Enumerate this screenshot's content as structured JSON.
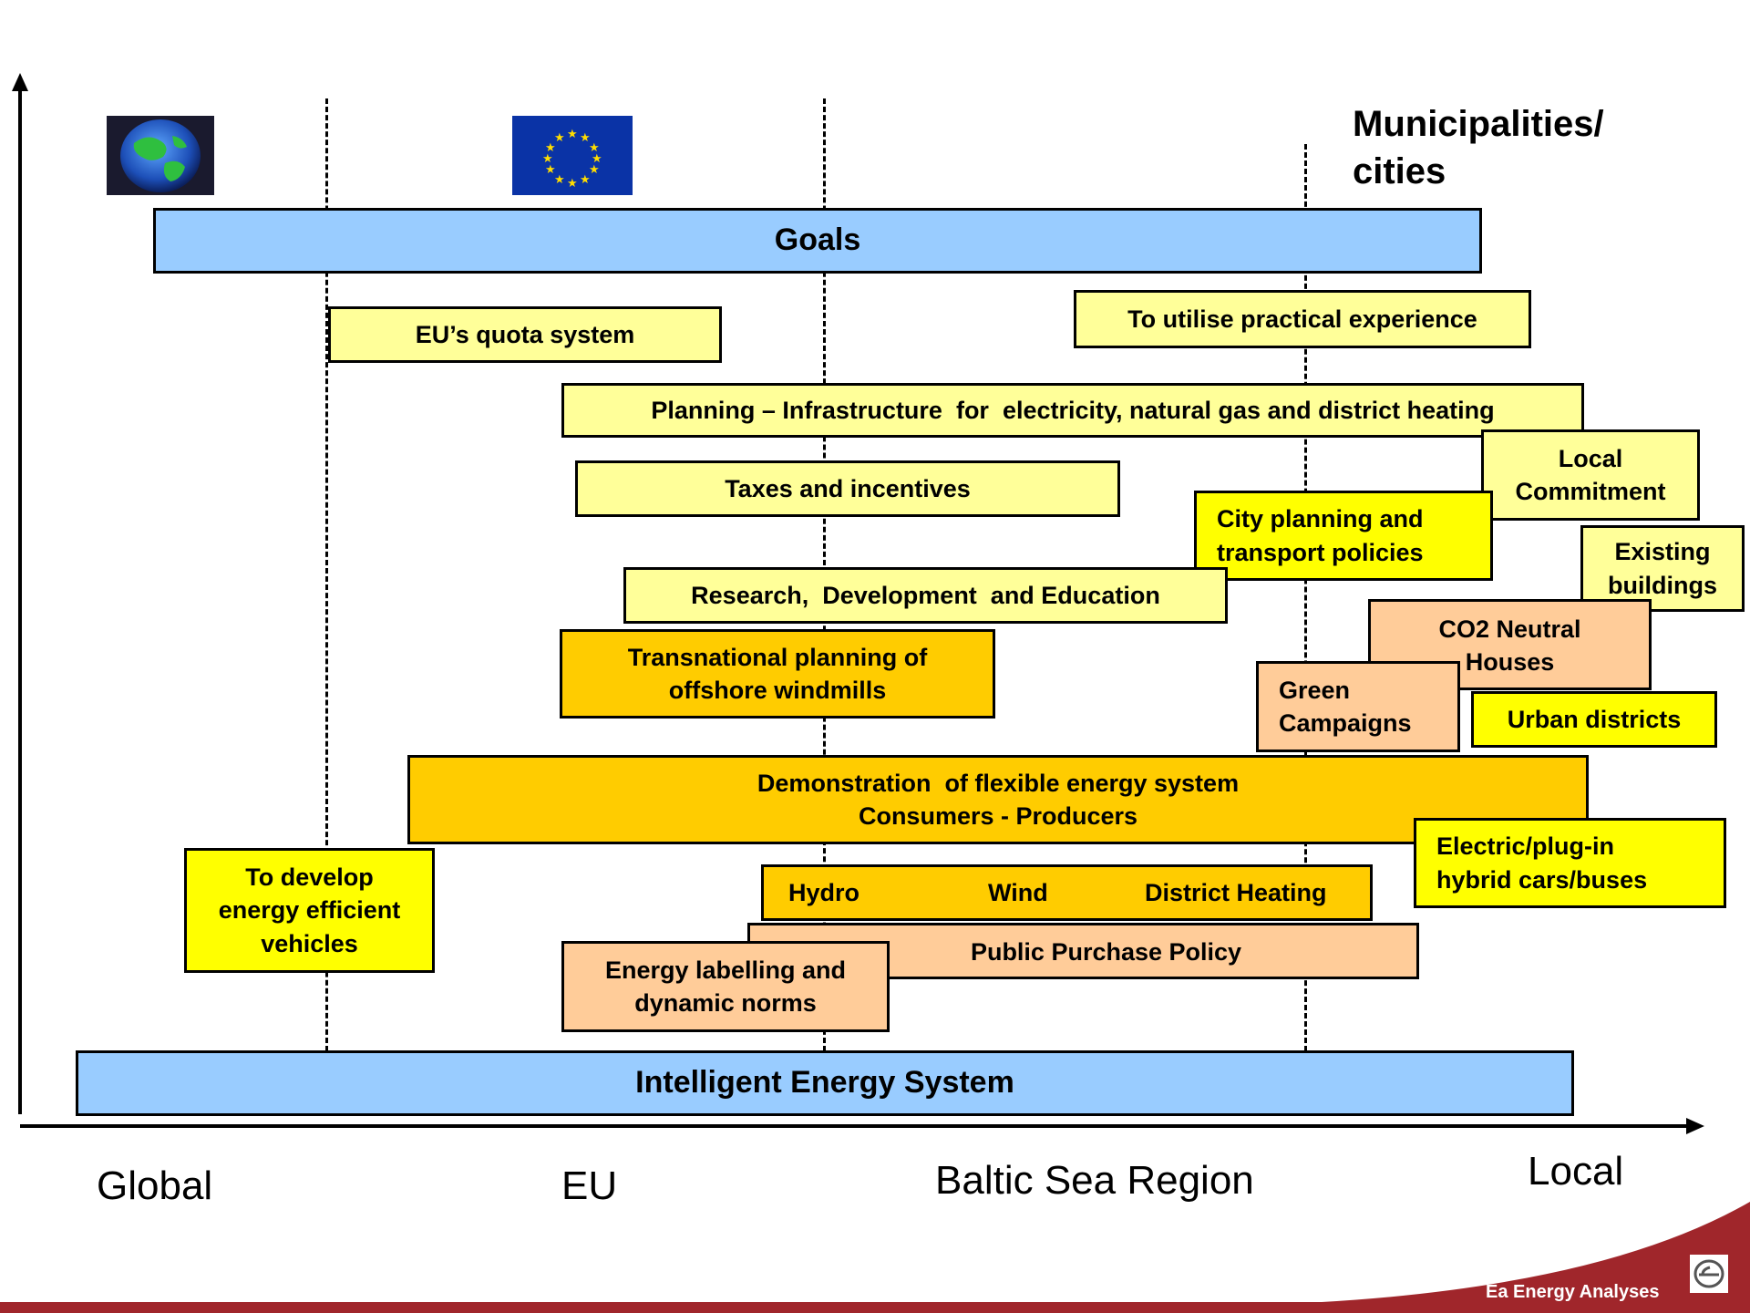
{
  "header": {
    "municipalities_label": "Municipalities/ cities"
  },
  "axis": {
    "labels": {
      "global": "Global",
      "eu": "EU",
      "baltic": "Baltic Sea Region",
      "local": "Local"
    }
  },
  "boxes": {
    "goals": "Goals",
    "eu_quota": "EU’s quota system",
    "utilise_experience": "To utilise practical experience",
    "planning": "Planning – Infrastructure  for  electricity, natural gas and district heating",
    "local_commitment": "Local Commitment",
    "taxes": "Taxes and incentives",
    "city_planning": "City planning and transport policies",
    "existing_buildings": "Existing buildings",
    "research": "Research,  Development  and Education",
    "co2_houses": "CO2 Neutral Houses",
    "transnational": "Transnational planning of offshore windmills",
    "green_campaigns": "Green Campaigns",
    "urban_districts": "Urban districts",
    "demonstration_line1": "Demonstration  of flexible energy system",
    "demonstration_line2": "Consumers - Producers",
    "electric_cars": "Electric/plug-in hybrid cars/buses",
    "develop_vehicles": "To develop energy efficient vehicles",
    "hydro": "Hydro",
    "wind": "Wind",
    "district_heating": "District Heating",
    "public_purchase": "Public Purchase Policy",
    "energy_labelling": "Energy labelling and dynamic norms",
    "intelligent_energy": "Intelligent Energy System"
  },
  "footer": {
    "company": "Ea Energy Analyses",
    "bar_color": "#a0262b"
  },
  "colors": {
    "goals_blue": "#99ccff",
    "light_yellow": "#ffff99",
    "yellow": "#ffff00",
    "orange": "#ffcc00",
    "peach": "#ffcc99"
  }
}
